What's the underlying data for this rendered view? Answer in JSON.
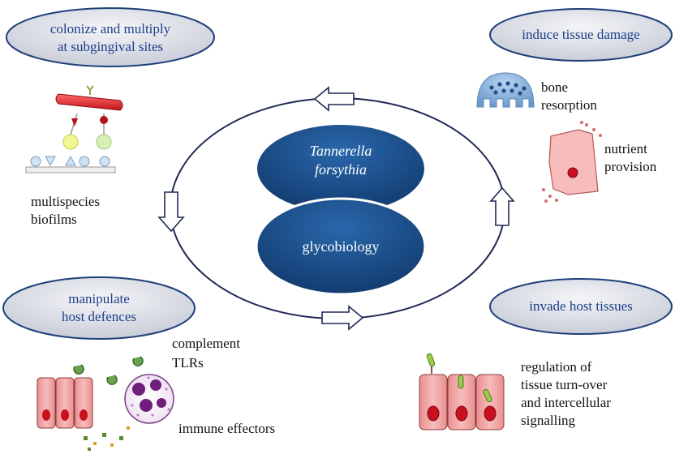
{
  "core": {
    "top_line1": "Tannerella",
    "top_line2": "forsythia",
    "bottom": "glycobiology"
  },
  "ovals": {
    "colonize_line1": "colonize and multiply",
    "colonize_line2": "at subgingival sites",
    "damage": "induce tissue damage",
    "manipulate_line1": "manipulate",
    "manipulate_line2": "host defences",
    "invade": "invade host tissues"
  },
  "labels": {
    "biofilms_line1": "multispecies",
    "biofilms_line2": "biofilms",
    "bone_line1": "bone",
    "bone_line2": "resorption",
    "nutrient_line1": "nutrient",
    "nutrient_line2": "provision",
    "complement": "complement",
    "tlrs": "TLRs",
    "immune": "immune effectors",
    "regulation_line1": "regulation of",
    "regulation_line2": "tissue turn-over",
    "regulation_line3": "and intercellular",
    "regulation_line4": "signalling"
  },
  "colors": {
    "core_blue": "#1a4f8e",
    "oval_fill": "#dfe2ea",
    "oval_border": "#1f3f7a",
    "cell_pink": "#f2a6a6",
    "nucleus_red": "#c8101e"
  }
}
